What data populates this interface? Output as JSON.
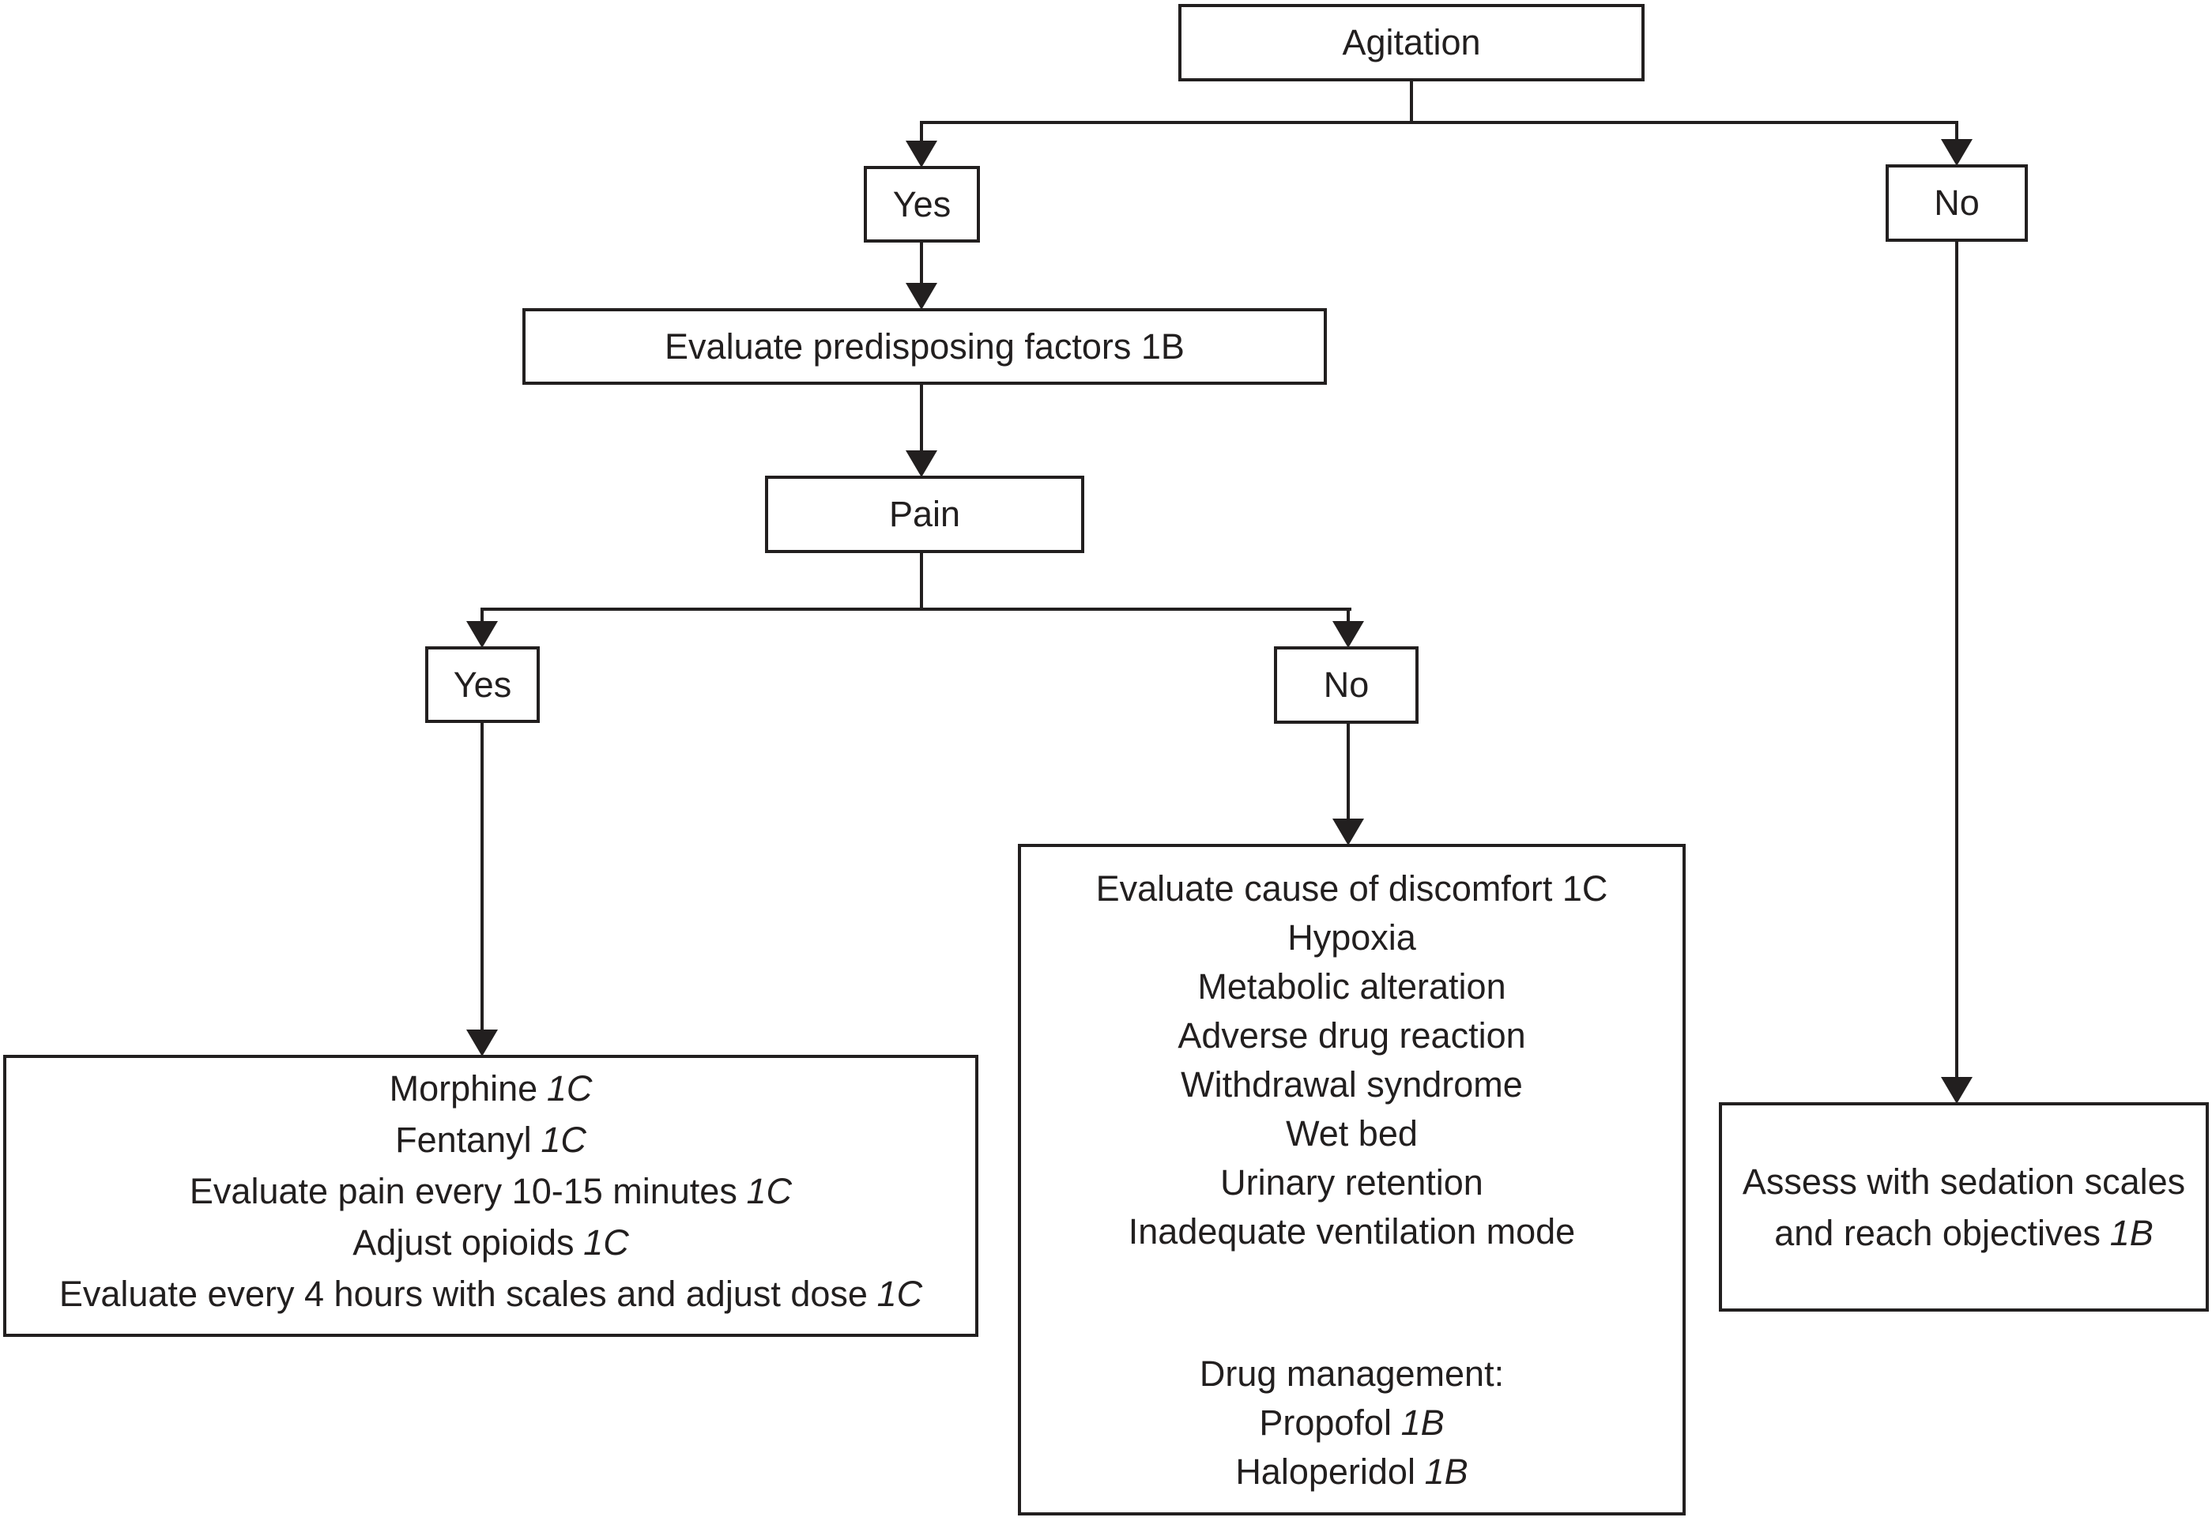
{
  "figure": {
    "title": "Agitation management flowchart",
    "ink_color": "#221f1f",
    "background_color": "#ffffff"
  },
  "nodes": {
    "agitation": {
      "label": "Agitation"
    },
    "agitation_yes": {
      "label": "Yes"
    },
    "agitation_no": {
      "label": "No"
    },
    "evaluate_predisposing": {
      "label": "Evaluate predisposing factors 1B"
    },
    "pain": {
      "label": "Pain"
    },
    "pain_yes": {
      "label": "Yes"
    },
    "pain_no": {
      "label": "No"
    },
    "pain_treatment": {
      "lines": [
        {
          "text": "Morphine",
          "grade": "1C"
        },
        {
          "text": "Fentanyl",
          "grade": "1C"
        },
        {
          "text": "Evaluate pain every 10-15 minutes",
          "grade": "1C"
        },
        {
          "text": "Adjust opioids",
          "grade": "1C"
        },
        {
          "text": "Evaluate every 4 hours with scales and adjust dose",
          "grade": "1C"
        }
      ]
    },
    "discomfort_evaluation": {
      "lines": [
        {
          "text": "Evaluate cause of discomfort 1C",
          "grade": ""
        },
        {
          "text": "Hypoxia",
          "grade": ""
        },
        {
          "text": "Metabolic alteration",
          "grade": ""
        },
        {
          "text": "Adverse drug reaction",
          "grade": ""
        },
        {
          "text": "Withdrawal syndrome",
          "grade": ""
        },
        {
          "text": "Wet bed",
          "grade": ""
        },
        {
          "text": "Urinary retention",
          "grade": ""
        },
        {
          "text": "Inadequate ventilation mode",
          "grade": ""
        }
      ],
      "drug_lines": [
        {
          "text": "Drug management:",
          "grade": ""
        },
        {
          "text": "Propofol",
          "grade": "1B"
        },
        {
          "text": "Haloperidol",
          "grade": "1B"
        }
      ]
    },
    "sedation_assessment": {
      "line1": "Assess with sedation scales",
      "line2": "and reach objectives",
      "line2_grade": "1B"
    }
  }
}
